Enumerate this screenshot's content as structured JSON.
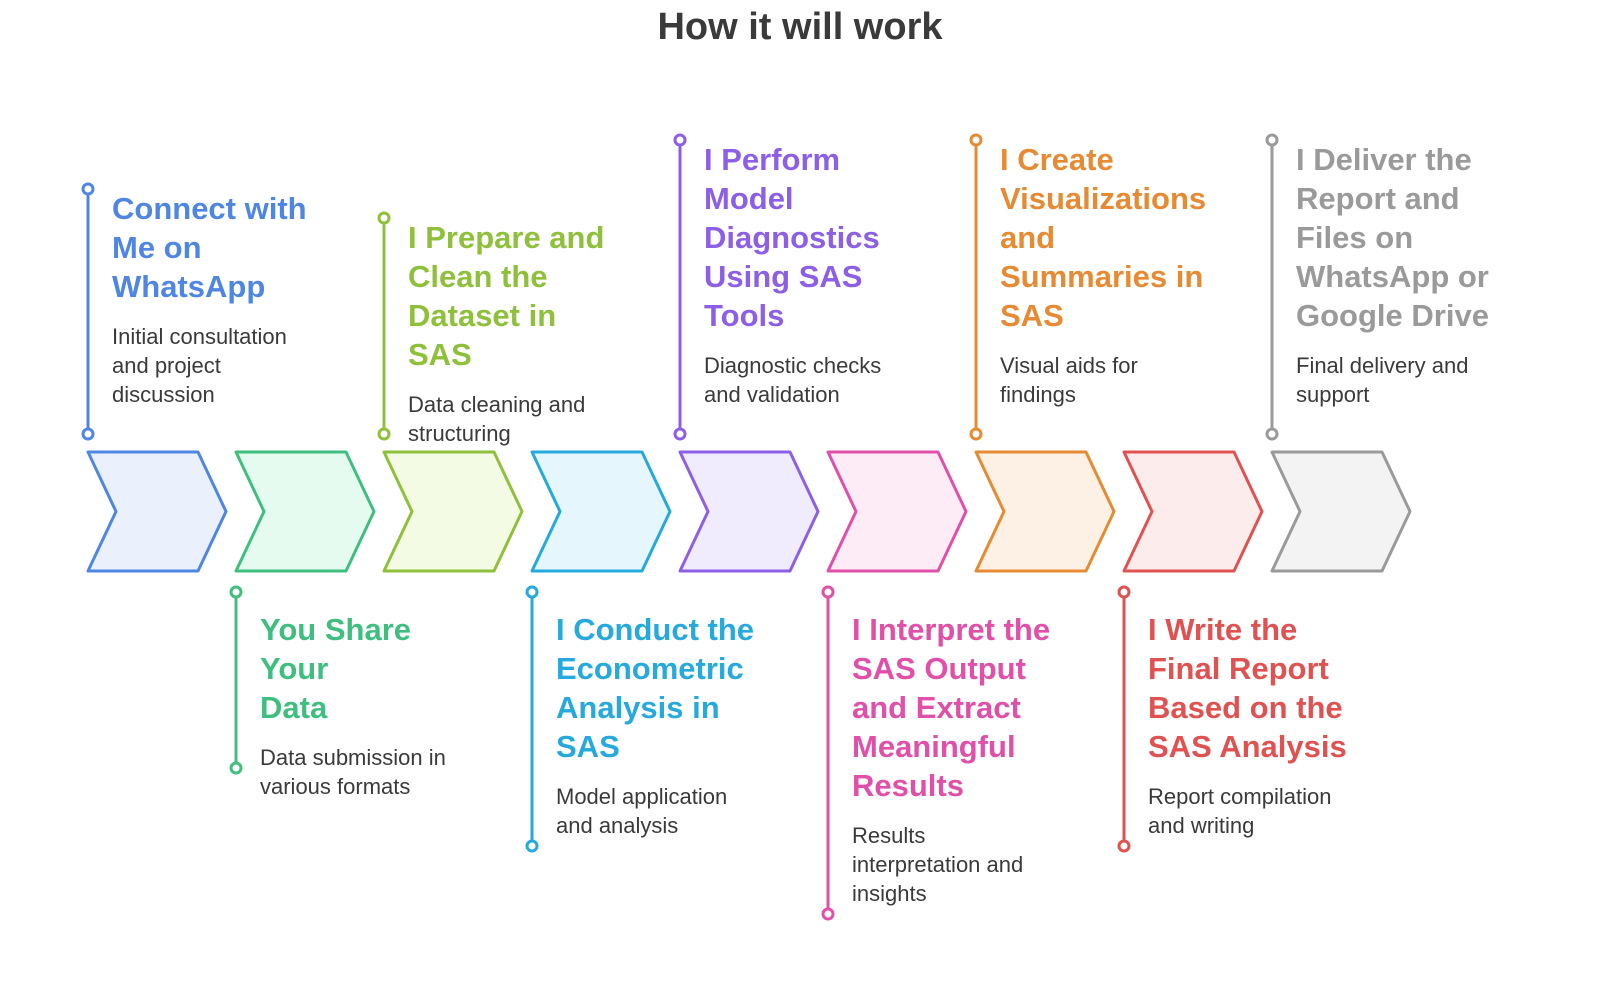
{
  "title": "How it will work",
  "steps": [
    {
      "title": "Connect with\nMe on\nWhatsApp",
      "desc": "Initial consultation\nand project\ndiscussion",
      "color": "#4f86e3",
      "fill": "#eaf1fd",
      "position": "top"
    },
    {
      "title": "You Share Your\nData",
      "desc": "Data submission in\nvarious formats",
      "color": "#3fbf7f",
      "fill": "#e6fbef",
      "position": "bottom"
    },
    {
      "title": "I Prepare and\nClean the\nDataset in SAS",
      "desc": "Data cleaning and\nstructuring",
      "color": "#8fc03c",
      "fill": "#f3fbe5",
      "position": "top"
    },
    {
      "title": "I Conduct the\nEconometric\nAnalysis in\nSAS",
      "desc": "Model application\nand analysis",
      "color": "#26a9dc",
      "fill": "#e5f6fd",
      "position": "bottom"
    },
    {
      "title": "I Perform\nModel\nDiagnostics\nUsing SAS\nTools",
      "desc": "Diagnostic checks\nand validation",
      "color": "#8c5fe6",
      "fill": "#f1ecfd",
      "position": "top"
    },
    {
      "title": "I Interpret the\nSAS Output\nand Extract\nMeaningful\nResults",
      "desc": "Results\ninterpretation and\ninsights",
      "color": "#e04fa8",
      "fill": "#fdecf6",
      "position": "bottom"
    },
    {
      "title": "I Create\nVisualizations\nand\nSummaries in\nSAS",
      "desc": "Visual aids for\nfindings",
      "color": "#e68a33",
      "fill": "#fdf1e5",
      "position": "top"
    },
    {
      "title": "I Write the\nFinal Report\nBased on the\nSAS Analysis",
      "desc": "Report compilation\nand writing",
      "color": "#e05252",
      "fill": "#fdecec",
      "position": "bottom"
    },
    {
      "title": "I Deliver the\nReport and\nFiles on\nWhatsApp or\nGoogle Drive",
      "desc": "Final delivery and\nsupport",
      "color": "#9a9a9a",
      "fill": "#f3f3f3",
      "position": "top"
    }
  ]
}
